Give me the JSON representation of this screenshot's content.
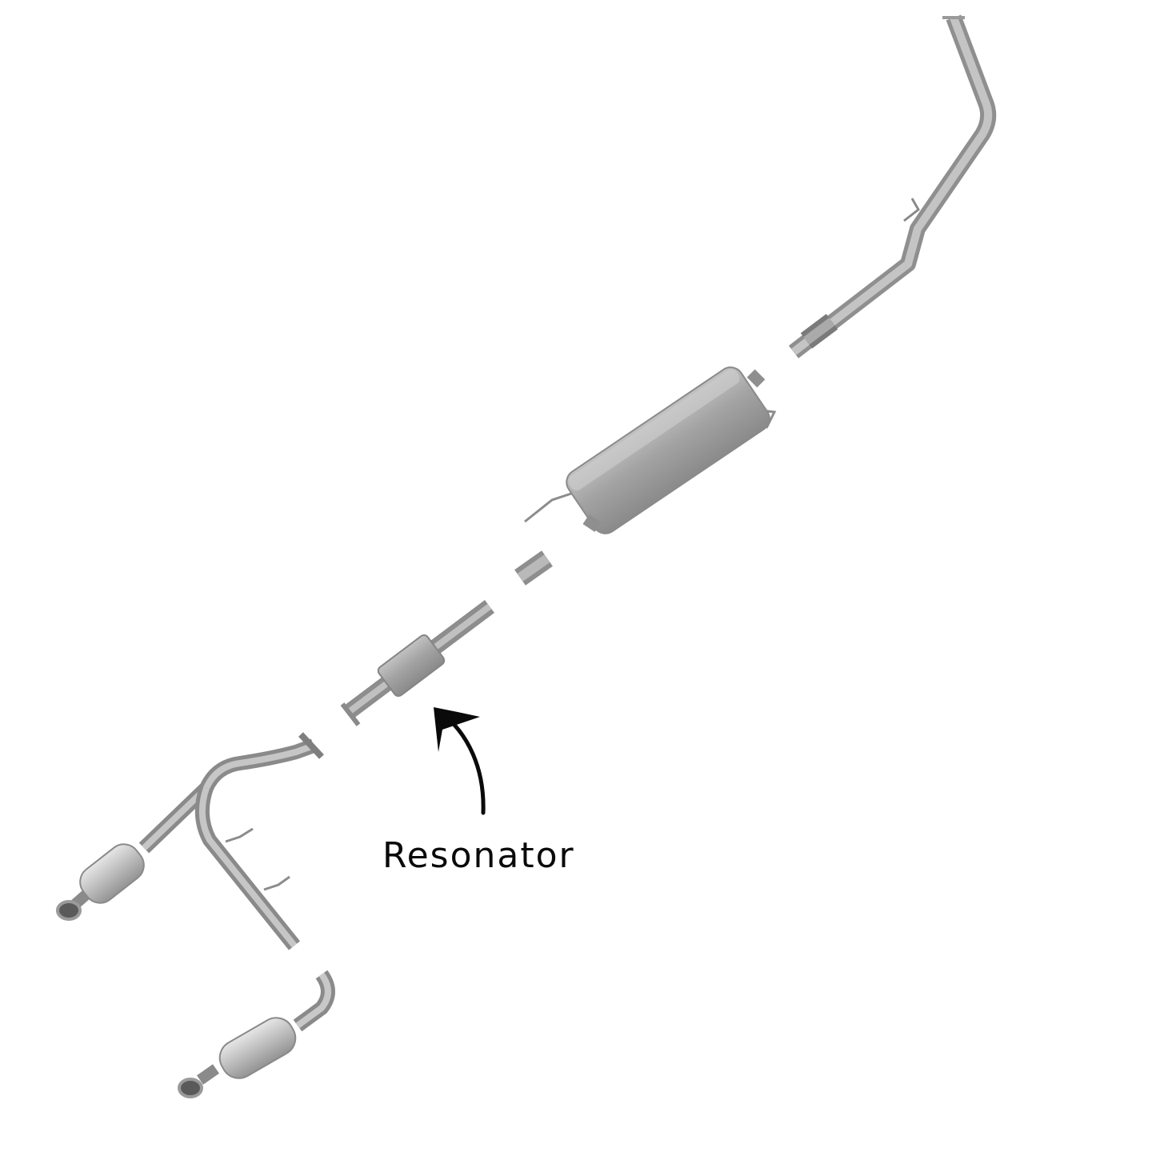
{
  "callout": {
    "label": "Resonator",
    "target_part": "resonator",
    "text_color": "#0a0a0a",
    "arrow_color": "#0a0a0a"
  },
  "parts": [
    {
      "id": "tailpipe",
      "icon": "bent-pipe-icon"
    },
    {
      "id": "muffler",
      "icon": "muffler-icon"
    },
    {
      "id": "coupler",
      "icon": "pipe-sleeve-icon"
    },
    {
      "id": "resonator",
      "icon": "resonator-pipe-icon"
    },
    {
      "id": "y-pipe-with-catalytic-converter",
      "icon": "y-pipe-icon"
    },
    {
      "id": "front-catalytic-converter",
      "icon": "catalytic-converter-icon"
    }
  ],
  "colors": {
    "background": "#ffffff",
    "metal_light": "#d4d4d4",
    "metal_mid": "#a9a9a9",
    "metal_dark": "#7a7a7a"
  }
}
